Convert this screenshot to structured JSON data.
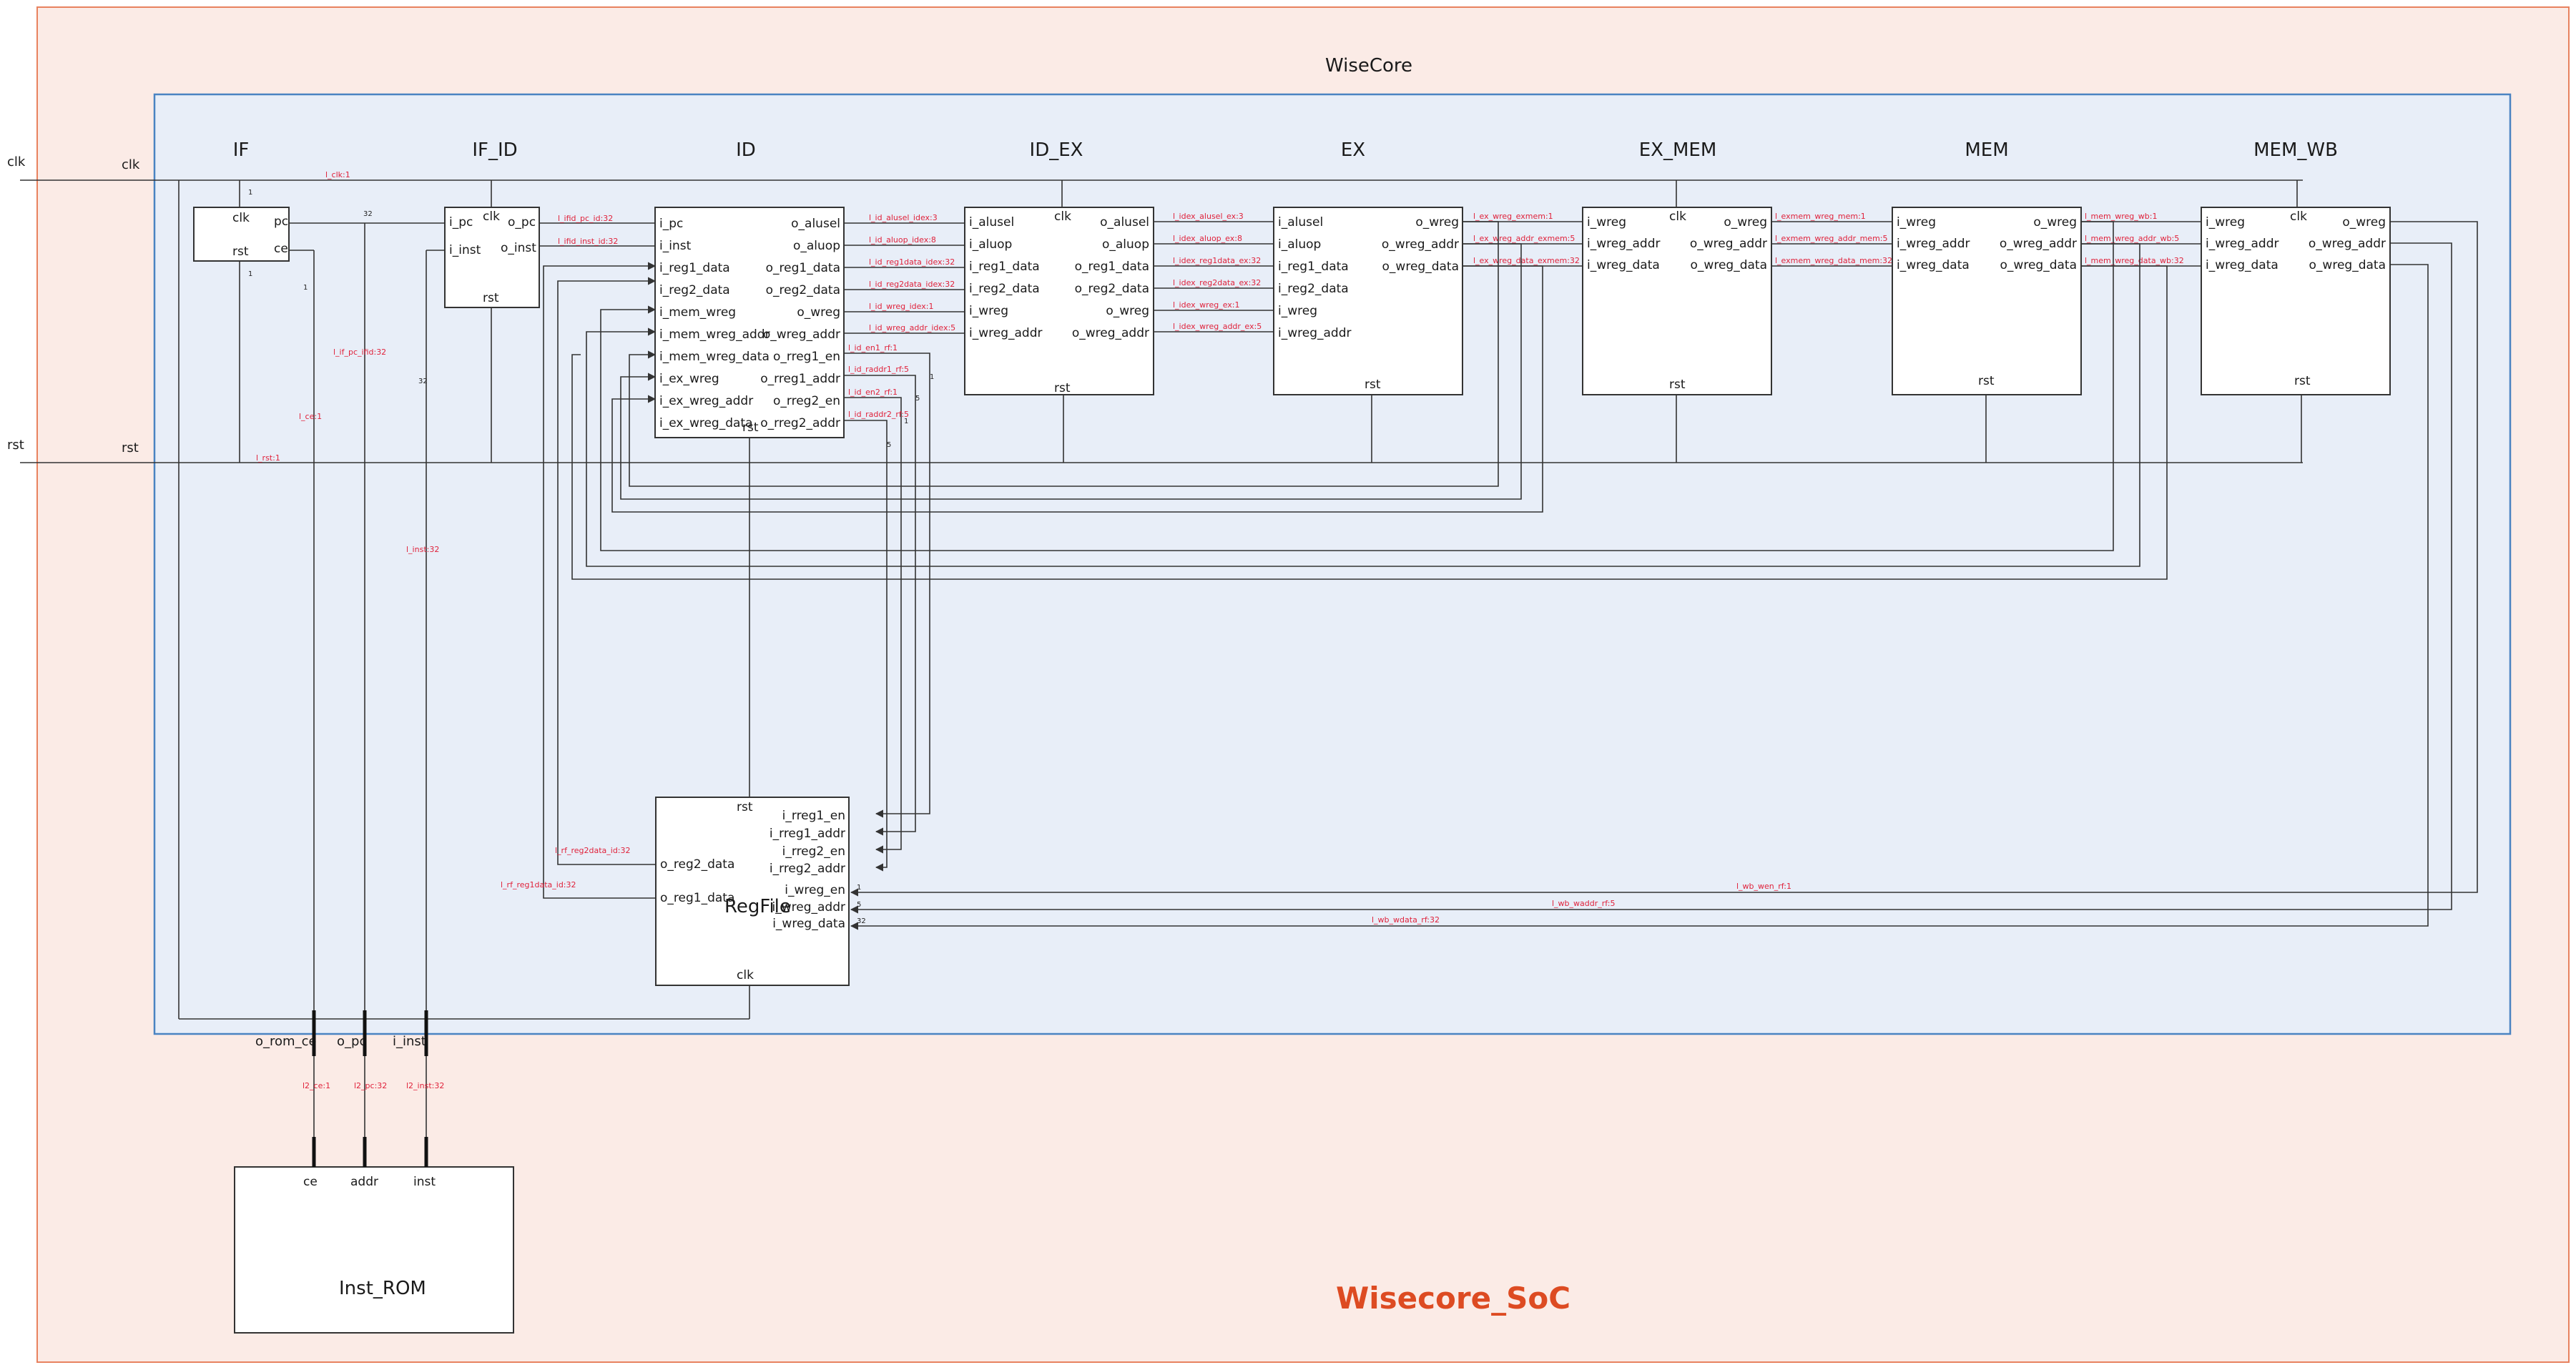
{
  "title": "WiseCore",
  "brand": "Wisecore_SoC",
  "colors": {
    "outer_bg": "#fbebe6",
    "outer_border": "#e8825f",
    "core_bg": "#e8eef8",
    "core_border": "#4a83c2",
    "signal": "#e0223b",
    "brand": "#dd4b22"
  },
  "external": {
    "clk": "clk",
    "rst": "rst"
  },
  "stages": {
    "if": "IF",
    "if_id": "IF_ID",
    "id": "ID",
    "id_ex": "ID_EX",
    "ex": "EX",
    "ex_mem": "EX_MEM",
    "mem": "MEM",
    "mem_wb": "MEM_WB"
  },
  "ports": {
    "if": {
      "clk": "clk",
      "rst": "rst",
      "pc": "pc",
      "ce": "ce"
    },
    "if_id": {
      "clk": "clk",
      "i_pc": "i_pc",
      "o_pc": "o_pc",
      "i_inst": "i_inst",
      "o_inst": "o_inst",
      "rst": "rst"
    },
    "id": {
      "left": [
        "i_pc",
        "i_inst",
        "i_reg1_data",
        "i_reg2_data",
        "i_mem_wreg",
        "i_mem_wreg_addr",
        "i_mem_wreg_data",
        "i_ex_wreg",
        "i_ex_wreg_addr",
        "i_ex_wreg_data"
      ],
      "right": [
        "o_alusel",
        "o_aluop",
        "o_reg1_data",
        "o_reg2_data",
        "o_wreg",
        "o_wreg_addr",
        "o_rreg1_en",
        "o_rreg1_addr",
        "o_rreg2_en",
        "o_rreg2_addr"
      ],
      "rst": "rst"
    },
    "id_ex": {
      "left": [
        "i_alusel",
        "i_aluop",
        "i_reg1_data",
        "i_reg2_data",
        "i_wreg",
        "i_wreg_addr"
      ],
      "right": [
        "o_alusel",
        "o_aluop",
        "o_reg1_data",
        "o_reg2_data",
        "o_wreg",
        "o_wreg_addr"
      ],
      "clk": "clk",
      "rst": "rst"
    },
    "ex": {
      "left": [
        "i_alusel",
        "i_aluop",
        "i_reg1_data",
        "i_reg2_data",
        "i_wreg",
        "i_wreg_addr"
      ],
      "right": [
        "o_wreg",
        "o_wreg_addr",
        "o_wreg_data"
      ],
      "rst": "rst"
    },
    "ex_mem": {
      "left": [
        "i_wreg",
        "i_wreg_addr",
        "i_wreg_data"
      ],
      "right": [
        "o_wreg",
        "o_wreg_addr",
        "o_wreg_data"
      ],
      "clk": "clk",
      "rst": "rst"
    },
    "mem": {
      "left": [
        "i_wreg",
        "i_wreg_addr",
        "i_wreg_data"
      ],
      "right": [
        "o_wreg",
        "o_wreg_addr",
        "o_wreg_data"
      ],
      "rst": "rst"
    },
    "mem_wb": {
      "left": [
        "i_wreg",
        "i_wreg_addr",
        "i_wreg_data"
      ],
      "right": [
        "o_wreg",
        "o_wreg_addr",
        "o_wreg_data"
      ],
      "clk": "clk",
      "rst": "rst"
    },
    "regfile": {
      "name": "RegFile",
      "rst": "rst",
      "clk": "clk",
      "right": [
        "i_rreg1_en",
        "i_rreg1_addr",
        "i_rreg2_en",
        "i_rreg2_addr",
        "i_wreg_en",
        "i_wreg_addr",
        "i_wreg_data"
      ],
      "left": [
        "o_reg2_data",
        "o_reg1_data"
      ]
    },
    "rom": {
      "name": "Inst_ROM",
      "ce": "ce",
      "addr": "addr",
      "inst": "inst"
    }
  },
  "soc_ports": [
    "o_rom_ce",
    "o_pc",
    "i_inst"
  ],
  "signals": {
    "clk": "l_clk:1",
    "rst": "l_rst:1",
    "ce": "l_ce:1",
    "if_pc": "l_if_pc_ifid:32",
    "inst": "l_inst:32",
    "ifid_pc": "l_ifid_pc_id:32",
    "ifid_inst": "l_ifid_inst_id:32",
    "id_alusel": "l_id_alusel_idex:3",
    "id_aluop": "l_id_aluop_idex:8",
    "id_reg1": "l_id_reg1data_idex:32",
    "id_reg2": "l_id_reg2data_idex:32",
    "id_wreg": "l_id_wreg_idex:1",
    "id_wreg_addr": "l_id_wreg_addr_idex:5",
    "id_en1": "l_id_en1_rf:1",
    "id_raddr1": "l_id_raddr1_rf:5",
    "id_en2": "l_id_en2_rf:1",
    "id_raddr2": "l_id_raddr2_rf:5",
    "idex_alusel": "l_idex_alusel_ex:3",
    "idex_aluop": "l_idex_aluop_ex:8",
    "idex_reg1": "l_idex_reg1data_ex:32",
    "idex_reg2": "l_idex_reg2data_ex:32",
    "idex_wreg": "l_idex_wreg_ex:1",
    "idex_wreg_addr": "l_idex_wreg_addr_ex:5",
    "ex_wreg": "l_ex_wreg_exmem:1",
    "ex_wreg_addr": "l_ex_wreg_addr_exmem:5",
    "ex_wreg_data": "l_ex_wreg_data_exmem:32",
    "exmem_wreg": "l_exmem_wreg_mem:1",
    "exmem_wreg_addr": "l_exmem_wreg_addr_mem:5",
    "exmem_wreg_data": "l_exmem_wreg_data_mem:32",
    "mem_wreg": "l_mem_wreg_wb:1",
    "mem_wreg_addr": "l_mem_wreg_addr_wb:5",
    "mem_wreg_data": "l_mem_wreg_data_wb:32",
    "wb_wen": "l_wb_wen_rf:1",
    "wb_waddr": "l_wb_waddr_rf:5",
    "wb_wdata": "l_wb_wdata_rf:32",
    "rf_reg2": "l_rf_reg2data_id:32",
    "rf_reg1": "l_rf_reg1data_id:32",
    "l2_ce": "l2_ce:1",
    "l2_pc": "l2_pc:32",
    "l2_inst": "l2_inst:32"
  },
  "widths": {
    "one": "1",
    "five": "5",
    "thirtytwo": "32"
  }
}
